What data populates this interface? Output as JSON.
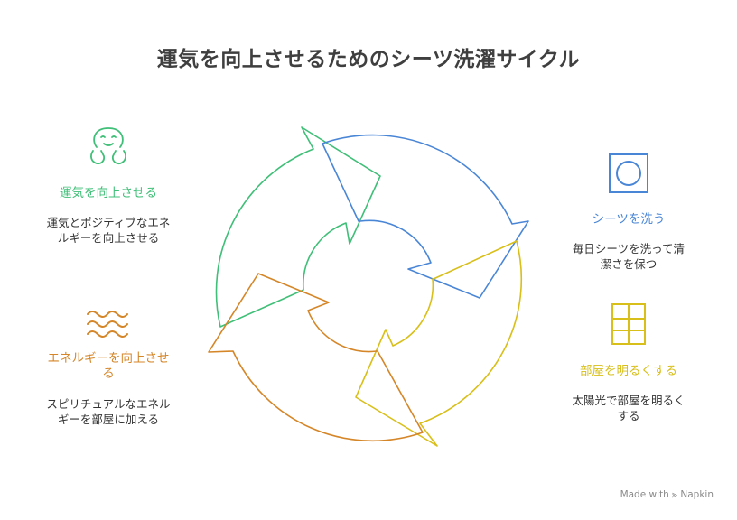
{
  "title": "運気を向上させるためのシーツ洗濯サイクル",
  "colors": {
    "green": "#3fbf77",
    "blue": "#4a86d6",
    "yellow": "#d8bf1a",
    "orange": "#d58628",
    "text": "#333333"
  },
  "items": [
    {
      "heading": "運気を向上させる",
      "text": "運気とポジティブなエネルギーを向上させる",
      "icon": "smiling-hug-icon"
    },
    {
      "heading": "シーツを洗う",
      "text": "毎日シーツを洗って清潔さを保つ",
      "icon": "washing-machine-icon"
    },
    {
      "heading": "部屋を明るくする",
      "text": "太陽光で部屋を明るくする",
      "icon": "window-icon"
    },
    {
      "heading": "エネルギーを向上させる",
      "text": "スピリチュアルなエネルギーを部屋に加える",
      "icon": "energy-waves-icon"
    }
  ],
  "footer": "Made with ⪢ Napkin"
}
